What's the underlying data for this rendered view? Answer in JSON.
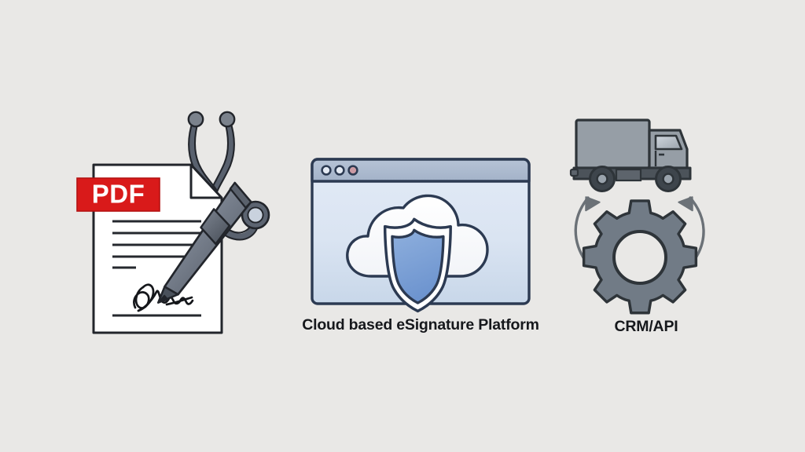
{
  "background_color": "#e9e8e6",
  "layout": {
    "type": "three-panel-illustration",
    "orientation": "horizontal",
    "panel_count": 3
  },
  "panels": [
    {
      "id": "document",
      "name": "signed-pdf-document",
      "caption": "",
      "icons": [
        {
          "name": "pdf-badge",
          "label": "PDF",
          "color": "#d91a1a",
          "text_color": "#ffffff"
        },
        {
          "name": "document-page",
          "color": "#ffffff",
          "outline": "#22252b"
        },
        {
          "name": "stethoscope",
          "color": "#5a6472",
          "outline": "#22252b"
        },
        {
          "name": "signature-pen",
          "color": "#6b7280",
          "outline": "#22252b"
        },
        {
          "name": "handwritten-signature",
          "color": "#15171b"
        }
      ]
    },
    {
      "id": "platform",
      "name": "cloud-esignature-platform",
      "caption": "Cloud based eSignature Platform",
      "icons": [
        {
          "name": "browser-window",
          "color": "#dde7f4",
          "outline": "#2c3a52"
        },
        {
          "name": "browser-titlebar",
          "color": "#adbbd0"
        },
        {
          "name": "window-dot-red",
          "color": "#c98f99"
        },
        {
          "name": "cloud",
          "color": "#fbfbfc",
          "outline": "#2c3a52"
        },
        {
          "name": "security-shield",
          "color": "#7a9fd6",
          "outline": "#2c3a52"
        }
      ]
    },
    {
      "id": "integration",
      "name": "crm-api-integration",
      "caption": "CRM/API",
      "icons": [
        {
          "name": "delivery-truck",
          "color": "#939ba3",
          "outline": "#2e3439"
        },
        {
          "name": "truck-chassis",
          "color": "#4c535a"
        },
        {
          "name": "gear",
          "color": "#717b86",
          "outline": "#2e3439",
          "teeth": 8
        },
        {
          "name": "curved-arrow-left",
          "color": "#6b7177"
        },
        {
          "name": "curved-arrow-right",
          "color": "#6b7177"
        }
      ]
    }
  ],
  "captions": {
    "platform": "Cloud based eSignature Platform",
    "integration": "CRM/API"
  },
  "badges": {
    "pdf": "PDF"
  },
  "colors": {
    "background": "#e9e8e6",
    "pdf_red": "#d91a1a",
    "outline_dark": "#22252b",
    "shield_blue": "#7a9fd6",
    "browser_blue": "#dde7f4",
    "titlebar_blue": "#adbbd0",
    "truck_gray": "#939ba3",
    "gear_gray": "#717b86",
    "arrow_gray": "#6b7177",
    "caption_text": "#16181c"
  }
}
